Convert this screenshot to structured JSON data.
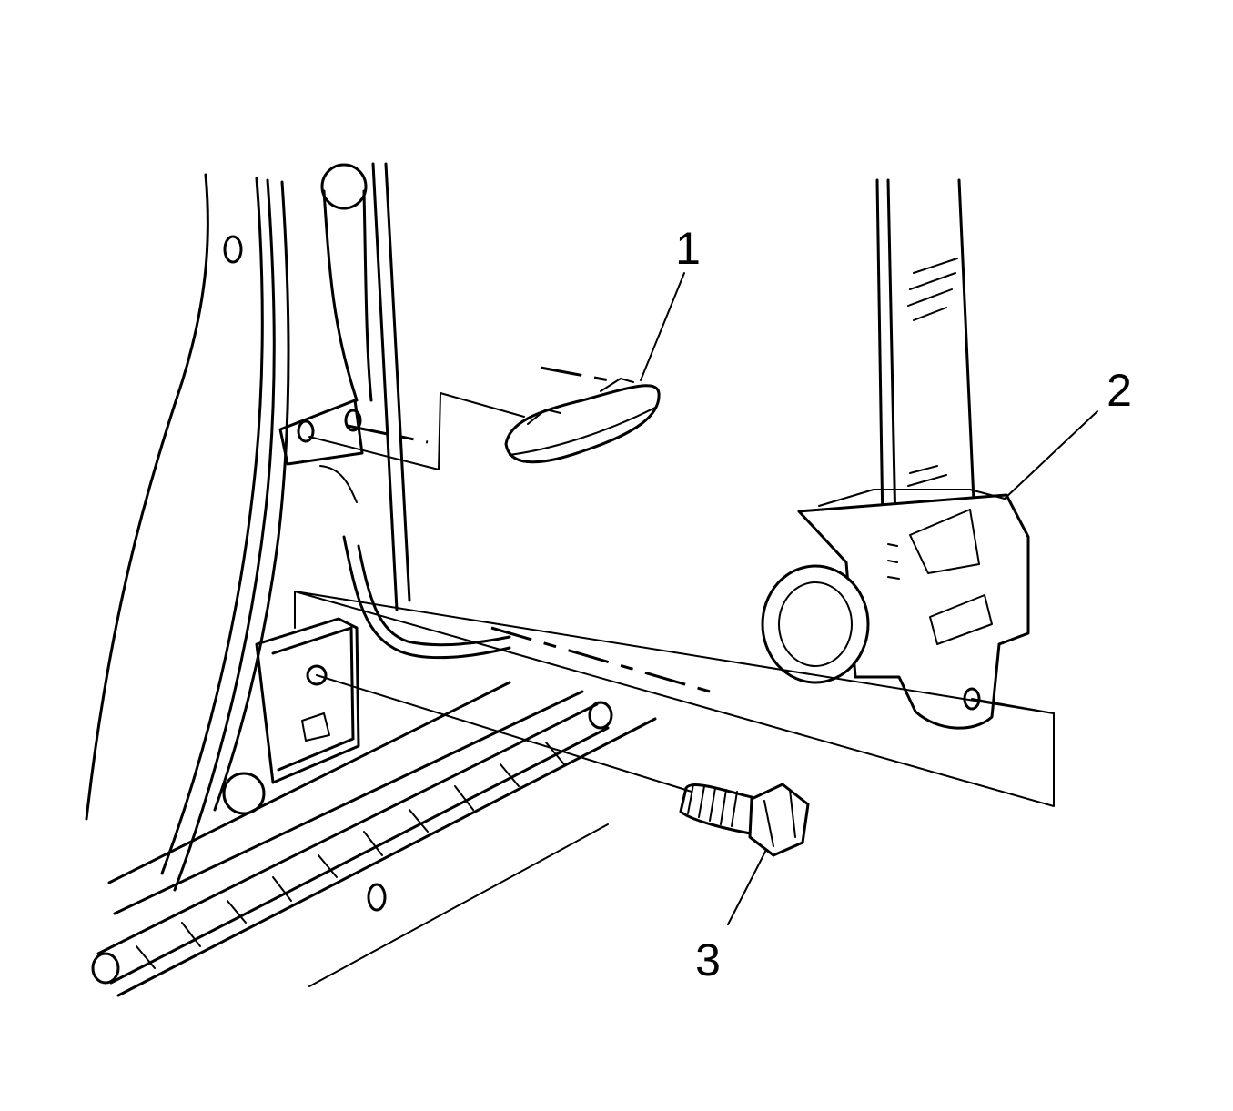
{
  "callouts": [
    {
      "id": "1",
      "label": "1"
    },
    {
      "id": "2",
      "label": "2"
    },
    {
      "id": "3",
      "label": "3"
    }
  ],
  "colors": {
    "line": "#000000",
    "background": "#ffffff"
  },
  "icons": [
    "trim-cover-icon",
    "seat-belt-retractor-icon",
    "bolt-icon"
  ]
}
